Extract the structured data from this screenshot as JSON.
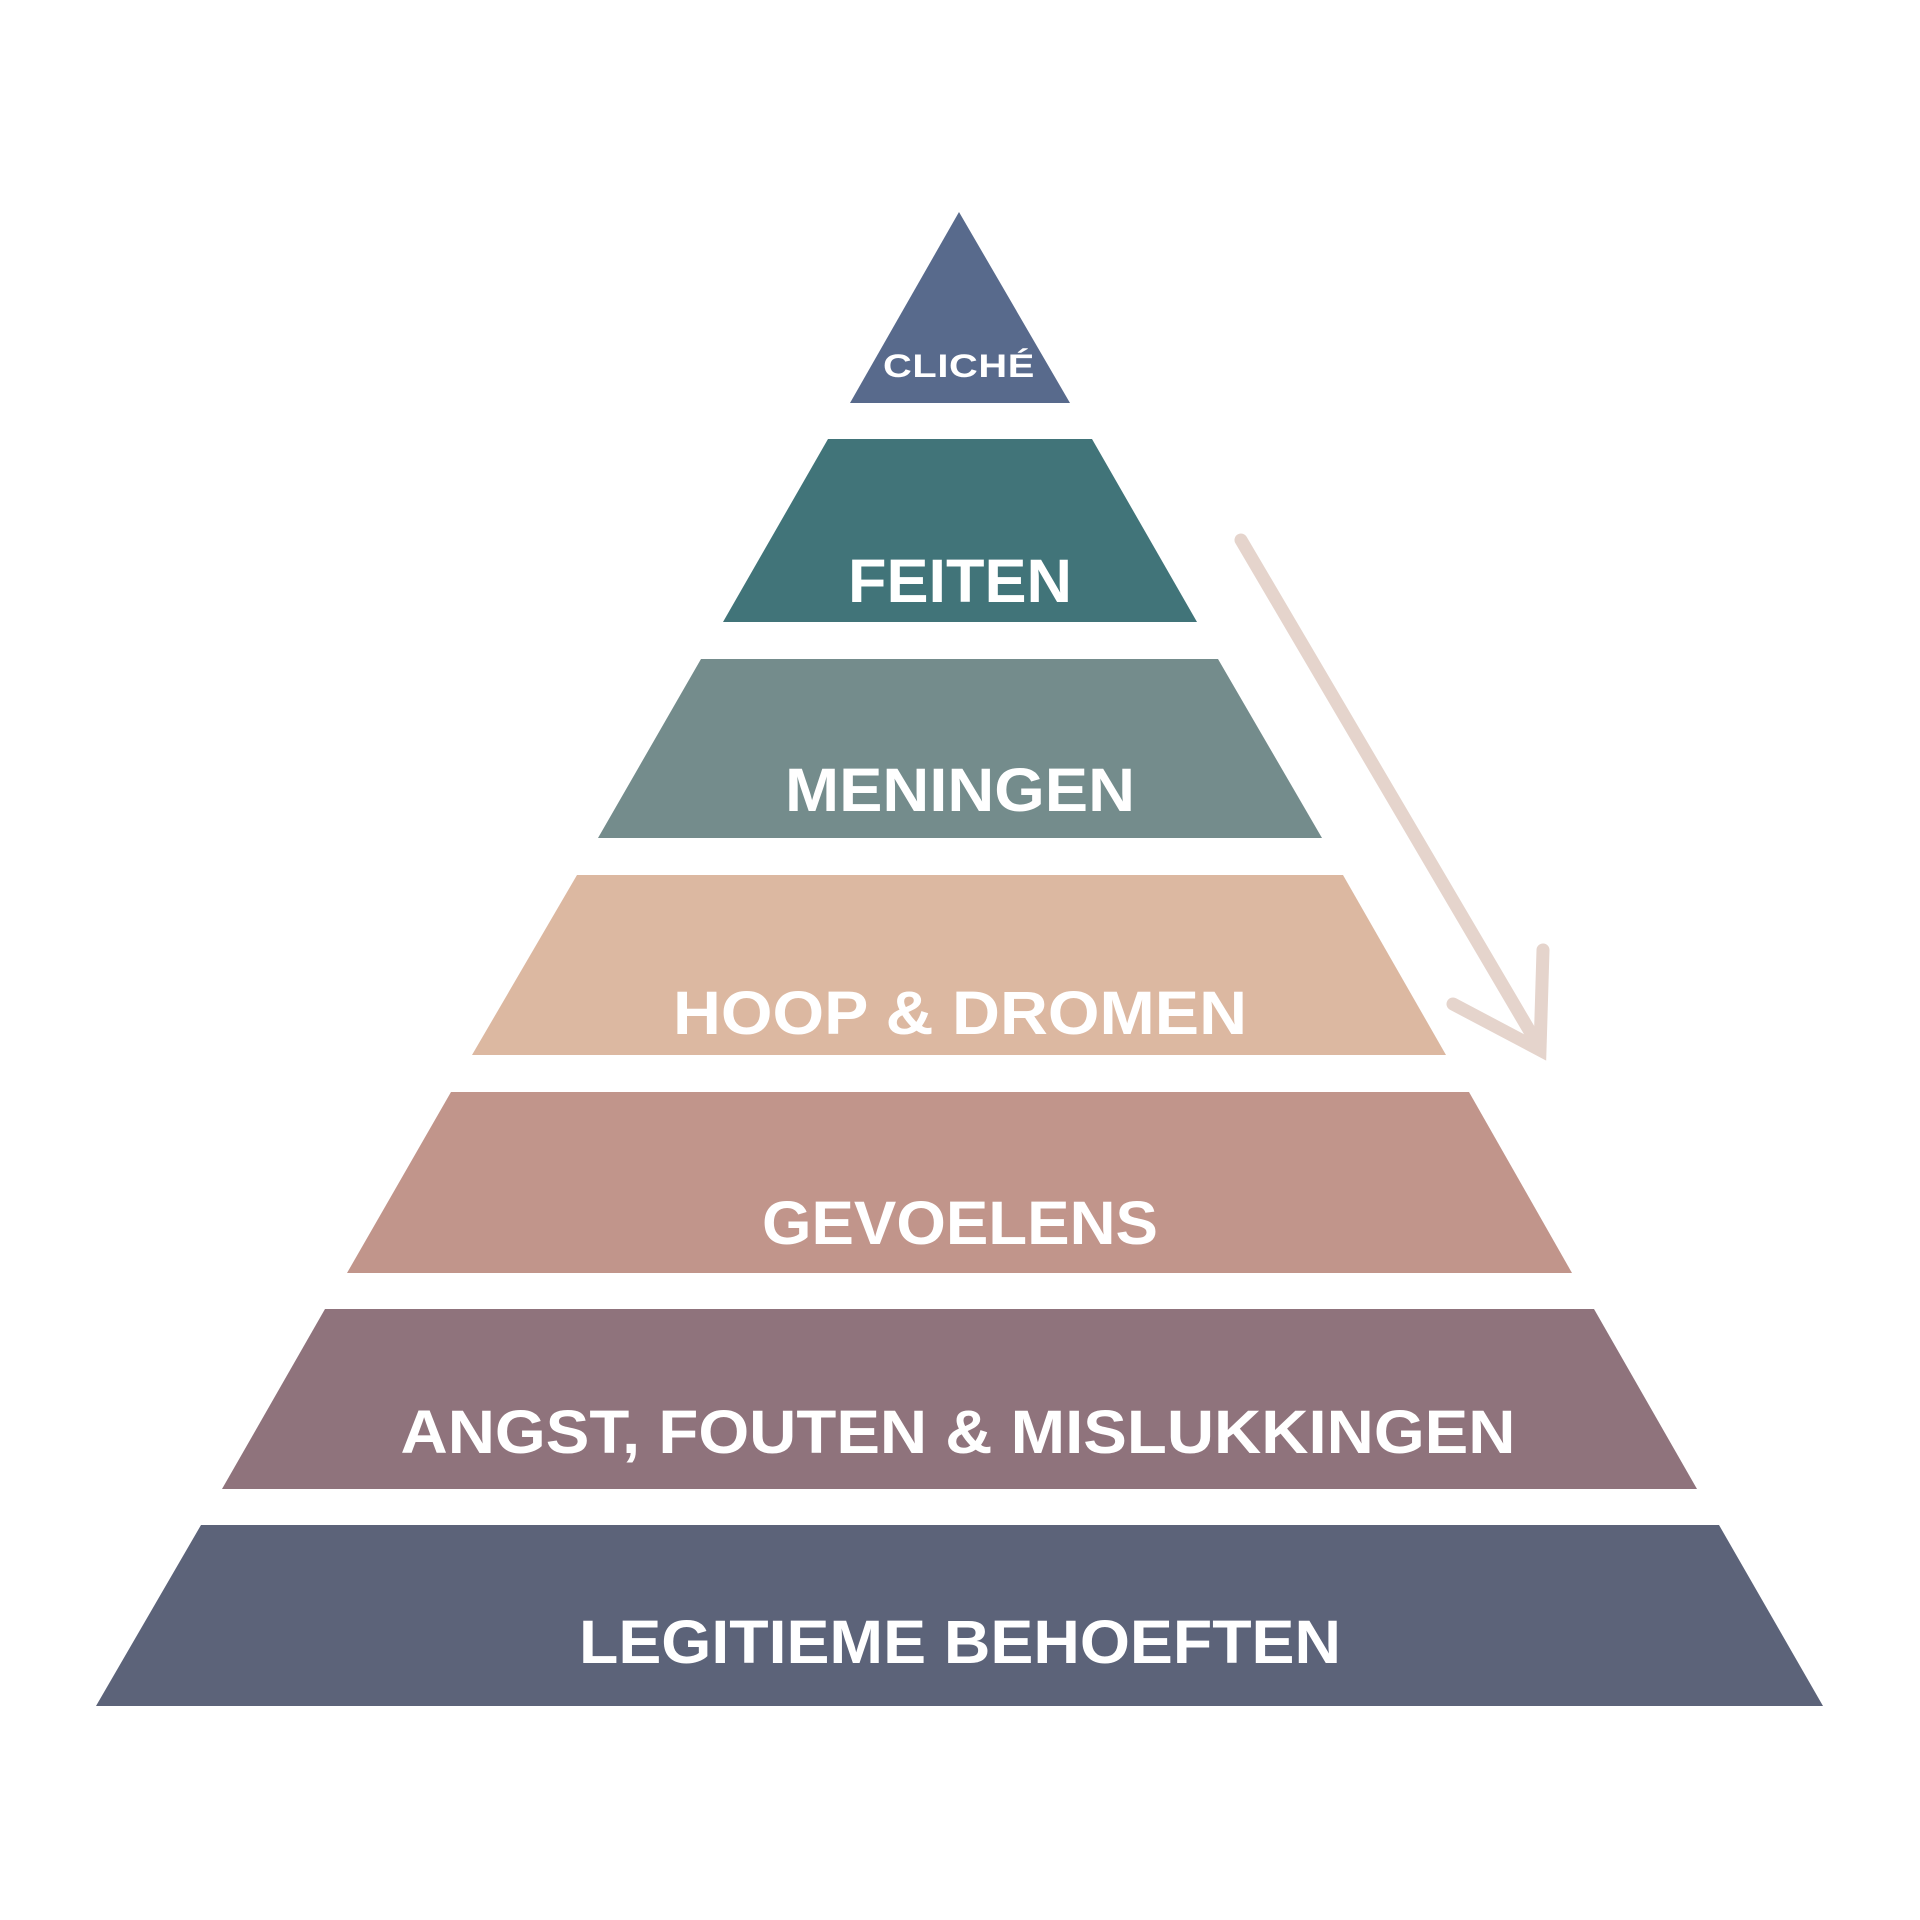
{
  "diagram": {
    "type": "pyramid",
    "orientation": "apex-up",
    "background": "#ffffff",
    "text_color": "#ffffff",
    "layers": [
      {
        "label": "CLICHÉ",
        "color": "#586a8c",
        "shape": "triangle"
      },
      {
        "label": "FEITEN",
        "color": "#417479",
        "shape": "trapezoid"
      },
      {
        "label": "MENINGEN",
        "color": "#748c8c",
        "shape": "trapezoid"
      },
      {
        "label": "HOOP & DROMEN",
        "color": "#dcb8a1",
        "shape": "trapezoid"
      },
      {
        "label": "GEVOELENS",
        "color": "#c1958b",
        "shape": "trapezoid"
      },
      {
        "label": "ANGST, FOUTEN & MISLUKKINGEN",
        "color": "#8f737c",
        "shape": "trapezoid"
      },
      {
        "label": "LEGITIEME BEHOEFTEN",
        "color": "#5c6379",
        "shape": "trapezoid"
      }
    ],
    "arrow": {
      "icon": "arrow-down-right-icon",
      "color": "#e5d4cc",
      "direction": "down along right side of pyramid",
      "from_layer": "FEITEN",
      "to_layer": "HOOP & DROMEN"
    }
  }
}
